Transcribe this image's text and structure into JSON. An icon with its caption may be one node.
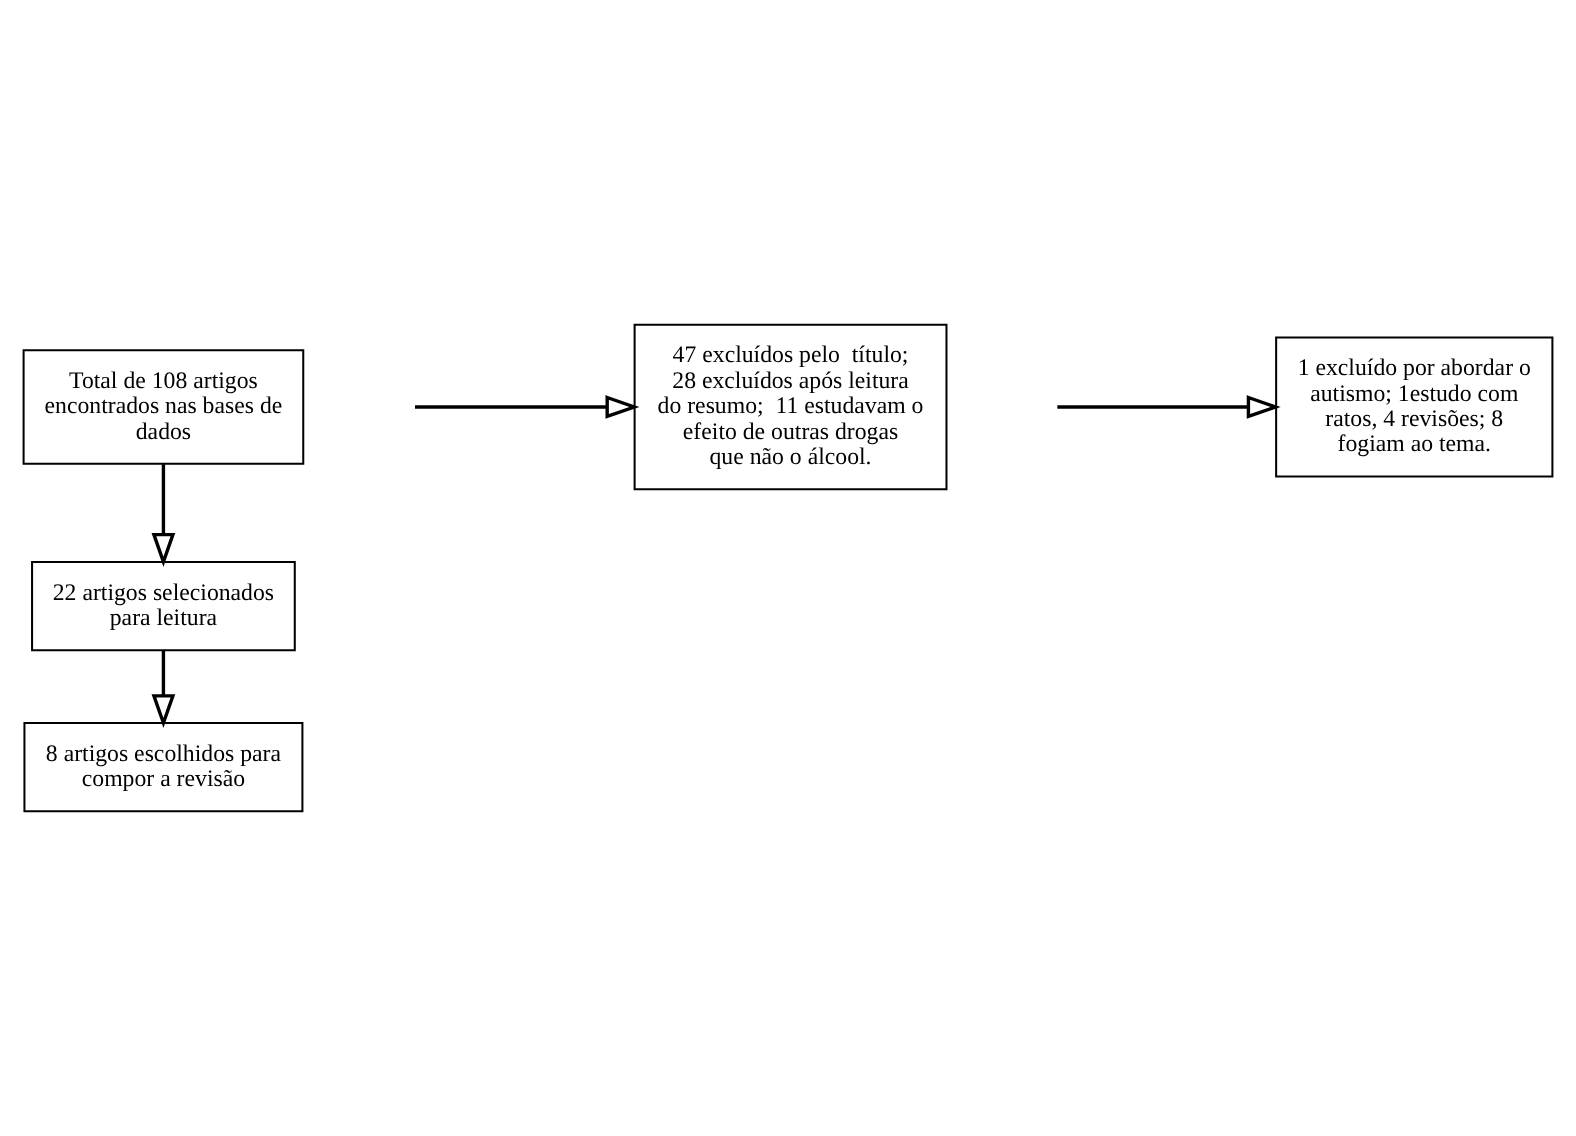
{
  "diagram": {
    "nodes": [
      {
        "text": [
          "Total de 108 artigos encontrados nas bases de dados"
        ]
      },
      {
        "text": [
          "47 excluídos pelo  título; 28 excluídos após leitura do resumo;  11 estudavam o efeito de outras drogas que não o álcool."
        ]
      },
      {
        "text": [
          "22 artigos selecionados para leitura"
        ]
      },
      {
        "text": [
          "1 excluído por abordar o autismo; 1estudo com ratos, 4 revisões; 8 fogiam ao tema."
        ]
      },
      {
        "text": [
          "8 artigos escolhidos para compor a revisão"
        ]
      }
    ],
    "edges": [
      {
        "from": 0,
        "to": 2,
        "arrow": "to"
      },
      {
        "from": null,
        "to": 1,
        "arrow": "to"
      },
      {
        "from": 2,
        "to": 4,
        "arrow": "to"
      },
      {
        "from": null,
        "to": 3,
        "arrow": "to"
      }
    ]
  }
}
